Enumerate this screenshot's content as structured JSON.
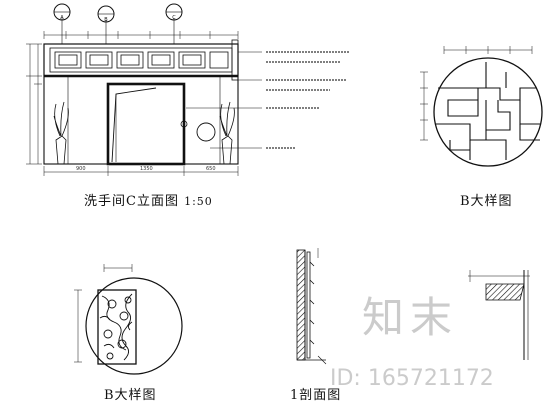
{
  "elevation": {
    "title": "洗手间C立面图",
    "scale": "1:50",
    "circle_markers": [
      "A",
      "B",
      "C"
    ],
    "dim_bottom": [
      "900",
      "1350",
      "650"
    ]
  },
  "detail_b": {
    "title": "B大样图"
  },
  "detail_b2": {
    "title": "B大样图"
  },
  "section": {
    "title": "1剖面图"
  },
  "watermark": {
    "brand": "知末",
    "id_text": "ID: 165721172"
  }
}
